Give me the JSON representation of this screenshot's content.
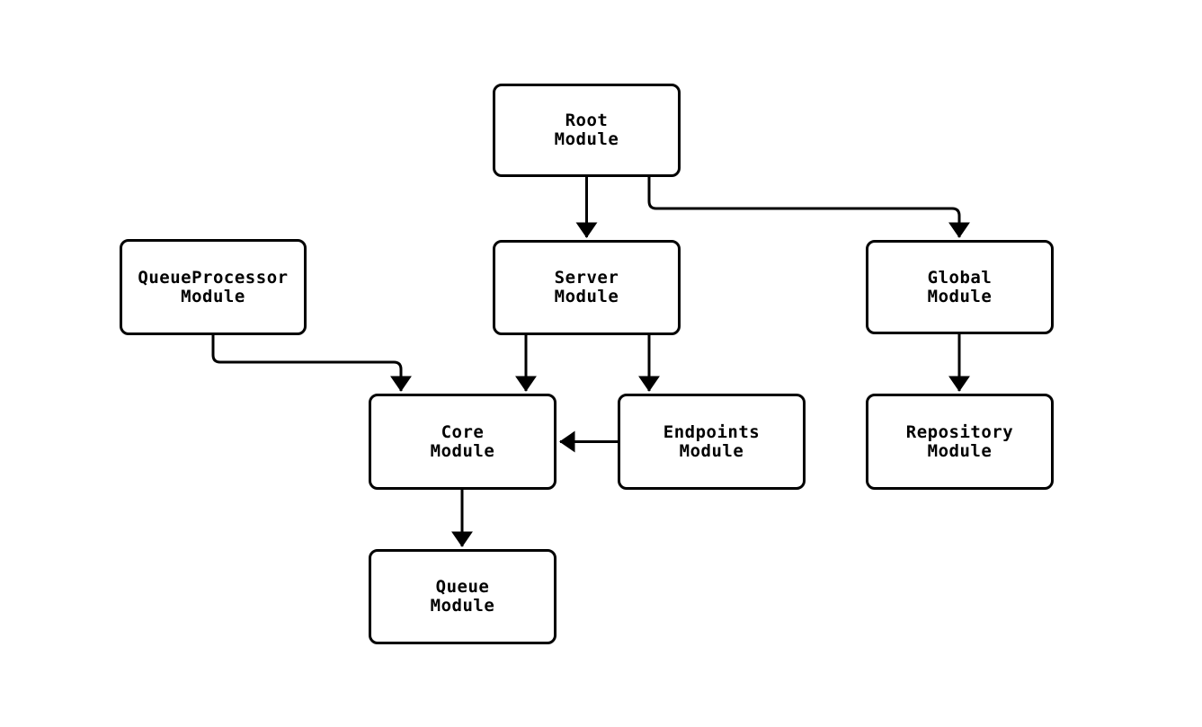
{
  "diagram": {
    "type": "flowchart",
    "background_color": "#ffffff",
    "stroke_color": "#000000",
    "node_fill_color": "#ffffff",
    "text_color": "#000000",
    "nodes": [
      {
        "id": "root",
        "label": "Root\nModule"
      },
      {
        "id": "queueprocessor",
        "label": "QueueProcessor\nModule"
      },
      {
        "id": "server",
        "label": "Server\nModule"
      },
      {
        "id": "global",
        "label": "Global\nModule"
      },
      {
        "id": "core",
        "label": "Core\nModule"
      },
      {
        "id": "endpoints",
        "label": "Endpoints\nModule"
      },
      {
        "id": "repository",
        "label": "Repository\nModule"
      },
      {
        "id": "queue",
        "label": "Queue\nModule"
      }
    ],
    "edges": [
      {
        "from": "Root Module",
        "to": "Server Module"
      },
      {
        "from": "Root Module",
        "to": "Global Module"
      },
      {
        "from": "QueueProcessor Module",
        "to": "Core Module"
      },
      {
        "from": "Server Module",
        "to": "Core Module"
      },
      {
        "from": "Server Module",
        "to": "Endpoints Module"
      },
      {
        "from": "Endpoints Module",
        "to": "Core Module"
      },
      {
        "from": "Global Module",
        "to": "Repository Module"
      },
      {
        "from": "Core Module",
        "to": "Queue Module"
      }
    ]
  }
}
